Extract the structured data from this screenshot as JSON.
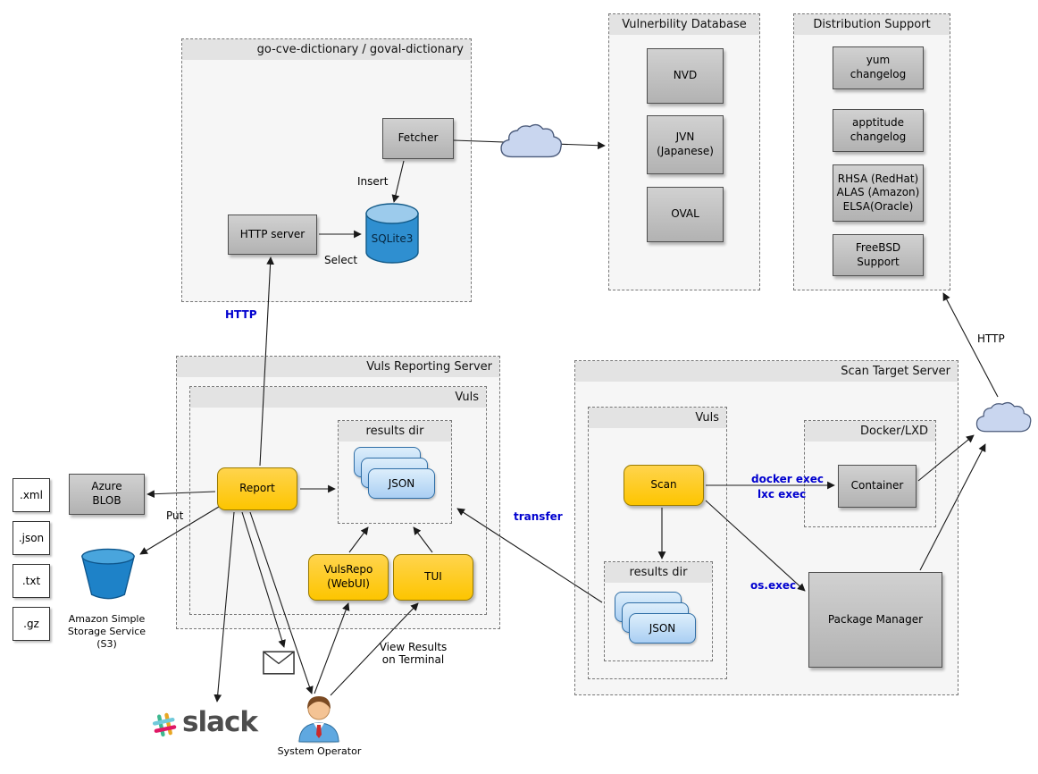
{
  "containers": {
    "cve_dict": {
      "title": "go-cve-dictionary / goval-dictionary"
    },
    "vuln_db": {
      "title": "Vulnerbility Database"
    },
    "dist_support": {
      "title": "Distribution Support"
    },
    "reporting_server": {
      "title": "Vuls Reporting Server"
    },
    "reporting_vuls": {
      "title": "Vuls"
    },
    "results_dir_report": {
      "title": "results dir"
    },
    "scan_server": {
      "title": "Scan Target Server"
    },
    "scan_vuls": {
      "title": "Vuls"
    },
    "results_dir_scan": {
      "title": "results dir"
    },
    "docker_lxd": {
      "title": "Docker/LXD"
    }
  },
  "nodes": {
    "fetcher": "Fetcher",
    "http_server": "HTTP server",
    "sqlite3": "SQLite3",
    "nvd": "NVD",
    "jvn": "JVN\n(Japanese)",
    "oval": "OVAL",
    "yum_changelog": "yum\nchangelog",
    "apptitude_changelog": "apptitude\nchangelog",
    "rhsa": "RHSA (RedHat)\nALAS (Amazon)\nELSA(Oracle)",
    "freebsd": "FreeBSD Support",
    "azure_blob": "Azure\nBLOB",
    "report": "Report",
    "vulsrepo": "VulsRepo\n(WebUI)",
    "tui": "TUI",
    "scan": "Scan",
    "container": "Container",
    "package_manager": "Package Manager",
    "json_report": "JSON",
    "json_scan": "JSON"
  },
  "files": {
    "xml": ".xml",
    "json": ".json",
    "txt": ".txt",
    "gz": ".gz"
  },
  "labels": {
    "insert": "Insert",
    "select": "Select",
    "http_reporting": "HTTP",
    "put": "Put",
    "transfer": "transfer",
    "docker_exec": "docker exec",
    "lxc_exec": "lxc exec",
    "os_exec": "os.exec",
    "view_results": "View Results\non Terminal",
    "http_dist": "HTTP",
    "s3": "Amazon Simple\nStorage Service\n(S3)",
    "slack": "slack",
    "system_operator": "System Operator"
  },
  "colors": {
    "node_gray": "#b8b8b8",
    "node_yellow": "#fdc500",
    "json_blue": "#aacff3",
    "container_bg": "#f6f6f6",
    "accent_blue": "#0000cf",
    "s3_blue": "#1e82c8",
    "sqlite_blue": "#2f8fd0",
    "cloud_fill": "#c9d6ef"
  }
}
